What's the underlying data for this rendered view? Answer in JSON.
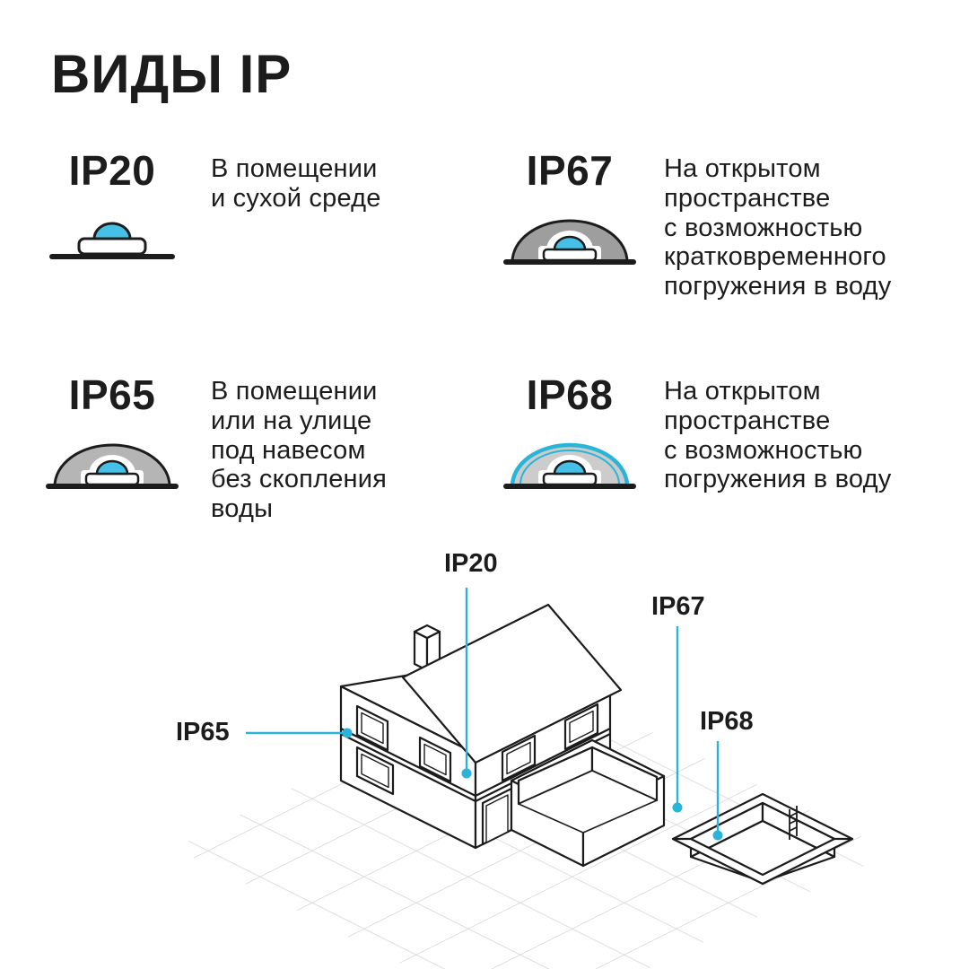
{
  "page": {
    "title": "ВИДЫ IP",
    "background_color": "#ffffff",
    "text_color": "#1c1c1c",
    "accent_color": "#2ab5d8",
    "accent_light": "#45c1e8",
    "grid_color": "#c9c9c9",
    "line_color": "#1c1c1c"
  },
  "ratings": [
    {
      "code": "IP20",
      "icon": "led-module-open-icon",
      "description": "В помещении\nи сухой среде"
    },
    {
      "code": "IP67",
      "icon": "led-module-dome-dark-icon",
      "description": "На открытом\nпространстве\nс возможностью\nкратковременного\nпогружения в воду"
    },
    {
      "code": "IP65",
      "icon": "led-module-dome-gray-icon",
      "description": "В помещении\nили на улице\nпод навесом\nбез скопления\nводы"
    },
    {
      "code": "IP68",
      "icon": "led-module-dome-sealed-icon",
      "description": "На открытом\nпространстве\nс возможностью\nпогружения в воду"
    }
  ],
  "diagram": {
    "labels": [
      {
        "code": "IP20"
      },
      {
        "code": "IP67"
      },
      {
        "code": "IP68"
      },
      {
        "code": "IP65"
      }
    ]
  }
}
